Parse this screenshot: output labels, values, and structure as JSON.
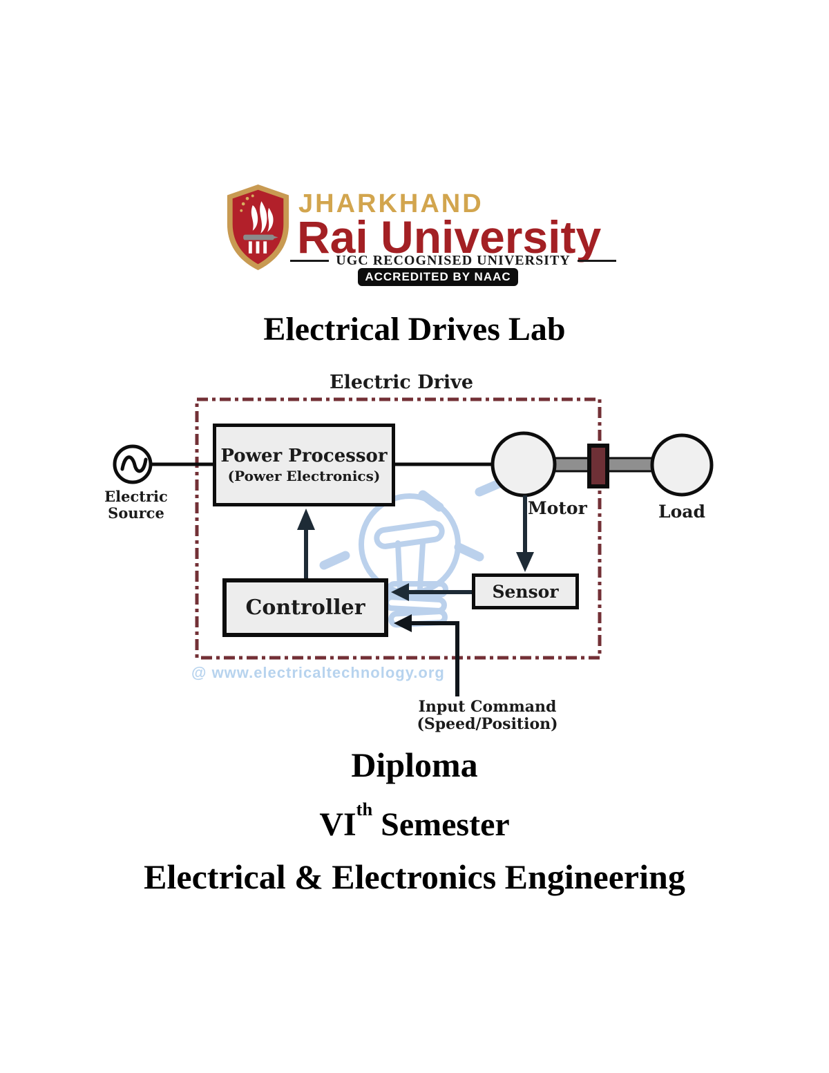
{
  "logo": {
    "university_top": "JHARKHAND",
    "university_main": "Rai University",
    "tagline": "UGC RECOGNISED UNIVERSITY",
    "accreditation": "ACCREDITED BY NAAC",
    "colors": {
      "gold": "#d2a54e",
      "red": "#a32024",
      "badge_bg": "#0d0d0d"
    }
  },
  "titles": {
    "main": "Electrical Drives Lab",
    "program": "Diploma",
    "semester_prefix": "VI",
    "semester_sup": "th",
    "semester_suffix": " Semester",
    "department": "Electrical & Electronics Engineering"
  },
  "diagram": {
    "title": "Electric Drive",
    "source_line1": "Electric",
    "source_line2": "Source",
    "power_processor_line1": "Power Processor",
    "power_processor_line2": "(Power Electronics)",
    "controller_label": "Controller",
    "sensor_label": "Sensor",
    "motor_label": "Motor",
    "load_label": "Load",
    "input_command_line1": "Input Command",
    "input_command_line2": "(Speed/Position)",
    "watermark": "@ www.electricaltechnology.org",
    "colors": {
      "boundary_maroon": "#733036",
      "arrow_dark": "#1e2b36",
      "box_fill": "#ededed",
      "watermark_blue": "#b0c9e9",
      "shaft_gray": "#8f8f8f",
      "coupling_red": "#6e3036"
    }
  }
}
